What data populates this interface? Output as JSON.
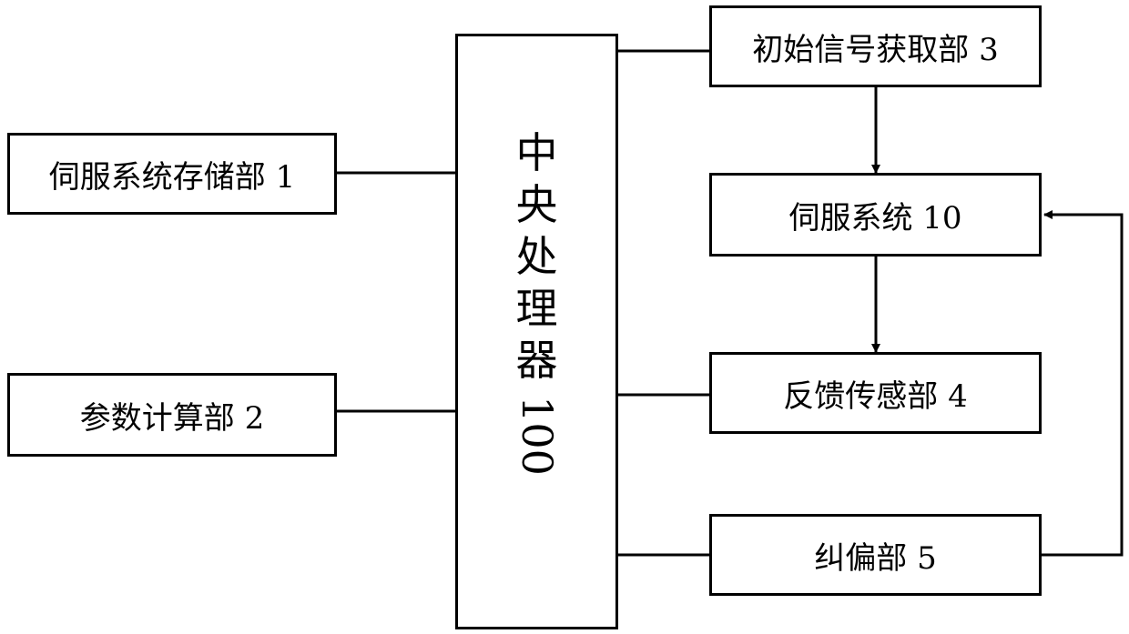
{
  "diagram": {
    "central_processor": {
      "chars": [
        "中",
        "央",
        "处",
        "理",
        "器"
      ],
      "number": "100"
    },
    "blocks": {
      "servo_storage": "伺服系统存储部 1",
      "param_calc": "参数计算部 2",
      "initial_signal": "初始信号获取部 3",
      "servo_system": "伺服系统 10",
      "feedback_sensor": "反馈传感部 4",
      "correction": "纠偏部 5"
    },
    "colors": {
      "line": "#000000",
      "background": "#ffffff"
    }
  }
}
